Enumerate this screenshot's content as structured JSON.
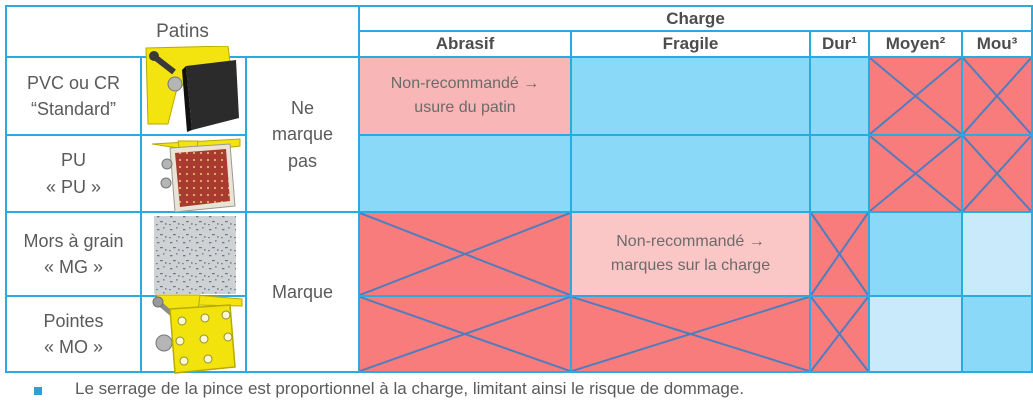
{
  "colors": {
    "border": "#29abe2",
    "blue": "#8bd9f8",
    "light_blue": "#c9eafb",
    "red": "#f97c7c",
    "pink_strong": "#f9b6b6",
    "pink_soft": "#fbc6c6",
    "cross_line": "#4f7dbe",
    "text": "#5a5a5a",
    "header_text": "#4d4d4d",
    "bullet": "#2d9fd8"
  },
  "header": {
    "patins": "Patins",
    "charge": "Charge",
    "columns": [
      "Abrasif",
      "Fragile",
      "Dur¹",
      "Moyen²",
      "Mou³"
    ]
  },
  "rows": [
    {
      "label": [
        "PVC ou CR",
        "“Standard”"
      ],
      "image": "black-pvc-pad"
    },
    {
      "label": [
        "PU",
        "« PU »"
      ],
      "image": "red-perforated-pu-pad"
    },
    {
      "label": [
        "Mors à grain",
        "« MG »"
      ],
      "image": "grain-texture-pad"
    },
    {
      "label": [
        "Pointes",
        "« MO »"
      ],
      "image": "spiked-plate-pad"
    }
  ],
  "marque": {
    "group1_lines": [
      "Ne",
      "marque",
      "pas"
    ],
    "group2": "Marque"
  },
  "notes": {
    "abrasif_pvc": [
      "Non-recommandé →",
      "usure du patin"
    ],
    "fragile_mg": [
      "Non-recommandé →",
      "marques sur la charge"
    ]
  },
  "cells": {
    "r1_abrasif": {
      "fill": "pink_strong",
      "crossed": false
    },
    "r1_fragile": {
      "fill": "blue",
      "crossed": false
    },
    "r1_dur": {
      "fill": "blue",
      "crossed": false
    },
    "r1_moyen": {
      "fill": "red",
      "crossed": true
    },
    "r1_mou": {
      "fill": "red",
      "crossed": true
    },
    "r2_abrasif": {
      "fill": "blue",
      "crossed": false
    },
    "r2_fragile": {
      "fill": "blue",
      "crossed": false
    },
    "r2_dur": {
      "fill": "blue",
      "crossed": false
    },
    "r2_moyen": {
      "fill": "red",
      "crossed": true
    },
    "r2_mou": {
      "fill": "red",
      "crossed": true
    },
    "r3_abrasif": {
      "fill": "red",
      "crossed": true
    },
    "r3_fragile": {
      "fill": "pink_soft",
      "crossed": false
    },
    "r3_dur": {
      "fill": "red",
      "crossed": true
    },
    "r3_moyen": {
      "fill": "blue",
      "crossed": false
    },
    "r3_mou": {
      "fill": "light_blue",
      "crossed": false
    },
    "r4_abrasif": {
      "fill": "red",
      "crossed": true
    },
    "r4_fragile": {
      "fill": "red",
      "crossed": true
    },
    "r4_dur": {
      "fill": "red",
      "crossed": true
    },
    "r4_moyen": {
      "fill": "light_blue",
      "crossed": false
    },
    "r4_mou": {
      "fill": "blue",
      "crossed": false
    }
  },
  "footnote": {
    "text": "Le serrage de la pince est proportionnel à la charge, limitant ainsi le risque de dommage."
  }
}
